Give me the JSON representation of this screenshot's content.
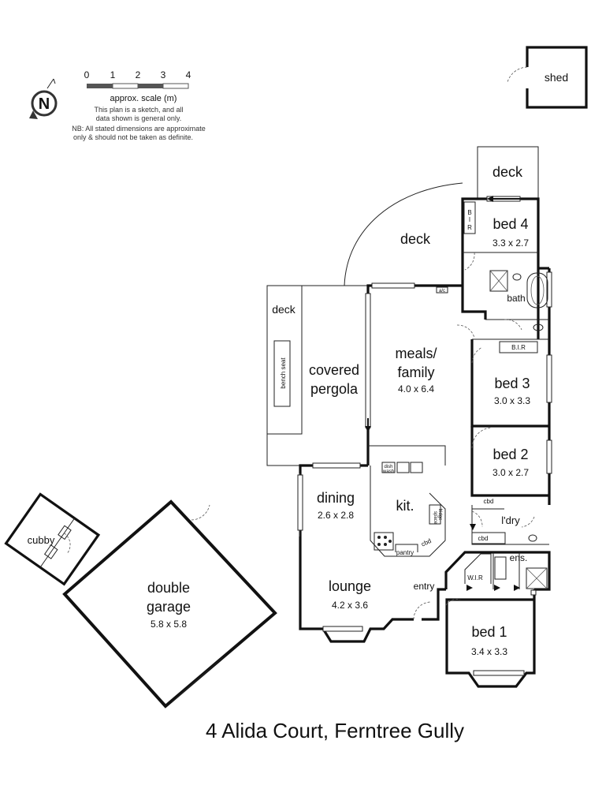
{
  "title": "4 Alida Court, Ferntree Gully",
  "scale": {
    "ticks": [
      "0",
      "1",
      "2",
      "3",
      "4"
    ],
    "caption": "approx. scale (m)",
    "notes": [
      "This plan is a sketch, and all",
      "data shown is general only.",
      "NB: All stated dimensions are approximate",
      "only & should not be taken as definite."
    ]
  },
  "compass": {
    "letter": "N"
  },
  "rooms": {
    "shed": "shed",
    "deck_top": "deck",
    "deck_curved": "deck",
    "deck_left": "deck",
    "bench_seat": "bench seat",
    "covered_pergola_1": "covered",
    "covered_pergola_2": "pergola",
    "bed4": {
      "name": "bed 4",
      "dim": "3.3 x 2.7"
    },
    "bir_top": [
      "B",
      "I",
      "R"
    ],
    "bath": "bath",
    "ac": "a/c",
    "meals_1": "meals/",
    "meals_2": "family",
    "meals_dim": "4.0 x 6.4",
    "bir_bed3": "B.I.R",
    "bed3": {
      "name": "bed 3",
      "dim": "3.0 x 3.3"
    },
    "bed2": {
      "name": "bed 2",
      "dim": "3.0 x 2.7"
    },
    "cbd_1": "cbd",
    "ldry": "l'dry",
    "cbd_2": "cbd",
    "ens": "ens.",
    "wir": "W.I.R",
    "dining": {
      "name": "dining",
      "dim": "2.6 x 2.8"
    },
    "kit": "kit.",
    "dishwash": [
      "dish",
      "wash"
    ],
    "fridge": [
      "fridge",
      "space"
    ],
    "pantry": "pantry",
    "cbd_kit": "cbd",
    "lounge": {
      "name": "lounge",
      "dim": "4.2 x 3.6"
    },
    "entry": "entry",
    "bed1": {
      "name": "bed 1",
      "dim": "3.4 x 3.3"
    },
    "cubby": "cubby",
    "garage_1": "double",
    "garage_2": "garage",
    "garage_dim": "5.8 x 5.8"
  }
}
